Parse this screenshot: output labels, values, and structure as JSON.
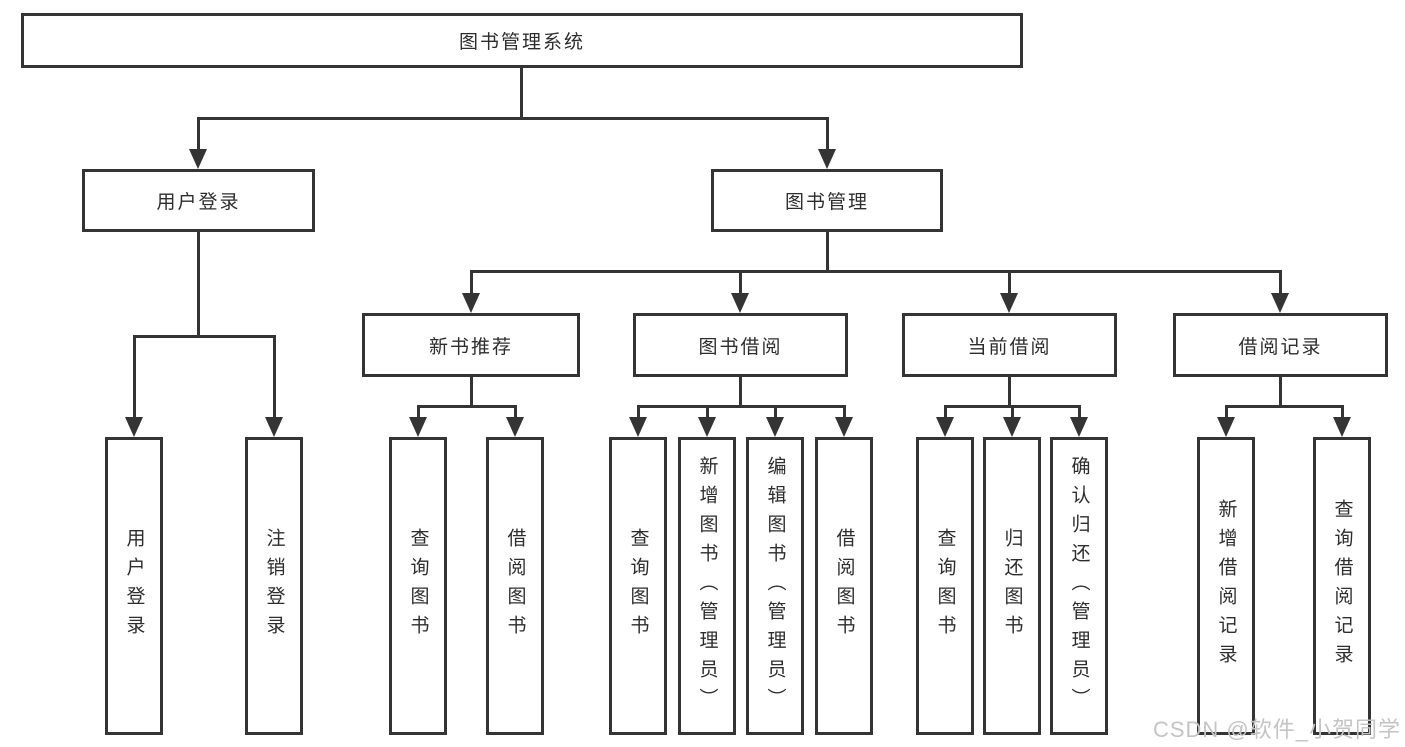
{
  "root_label": "图书管理系统",
  "branches": [
    {
      "label": "用户登录",
      "children": [
        "用户登录",
        "注销登录"
      ]
    },
    {
      "label": "图书管理",
      "sections": [
        {
          "label": "新书推荐",
          "children": [
            "查询图书",
            "借阅图书"
          ]
        },
        {
          "label": "图书借阅",
          "children": [
            "查询图书",
            "新增图书（管理员）",
            "编辑图书（管理员）",
            "借阅图书"
          ]
        },
        {
          "label": "当前借阅",
          "children": [
            "查询图书",
            "归还图书",
            "确认归还（管理员）"
          ]
        },
        {
          "label": "借阅记录",
          "children": [
            "新增借阅记录",
            "查询借阅记录"
          ]
        }
      ]
    }
  ],
  "watermark": "CSDN @软件_小贺同学",
  "colors": {
    "line": "#343434",
    "text": "#2d2d2d",
    "watermark": "#c4c4c4",
    "background": "#ffffff"
  }
}
